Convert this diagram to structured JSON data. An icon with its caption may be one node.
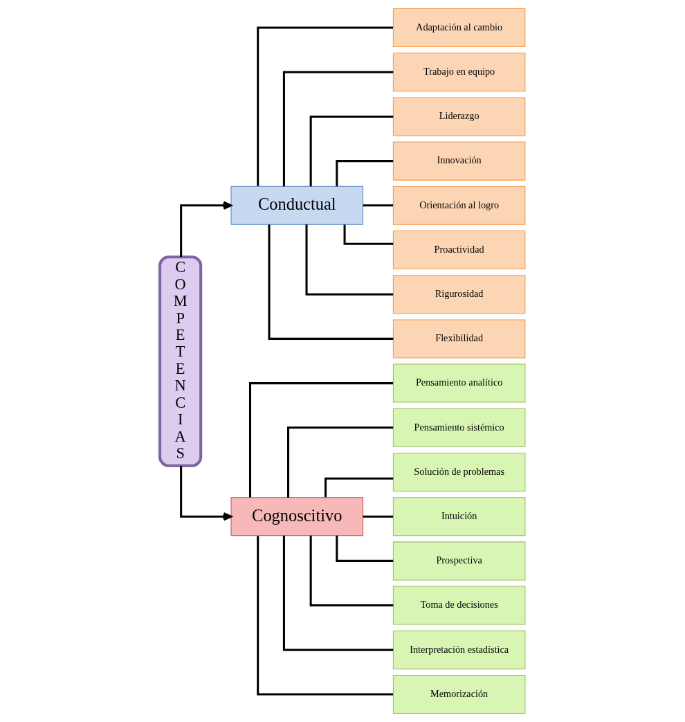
{
  "diagram": {
    "nodes": [
      {
        "text": [
          "COMPETENCIAS"
        ]
      },
      {
        "text": [
          "Conductual"
        ]
      },
      {
        "text": [
          "Adaptación al cambio"
        ]
      },
      {
        "text": [
          "Trabajo en equipo"
        ]
      },
      {
        "text": [
          "Liderazgo"
        ]
      },
      {
        "text": [
          "Innovación"
        ]
      },
      {
        "text": [
          "Orientación al logro"
        ]
      },
      {
        "text": [
          "Proactividad"
        ]
      },
      {
        "text": [
          "Rigurosidad"
        ]
      },
      {
        "text": [
          "Flexibilidad"
        ]
      },
      {
        "text": [
          "Cognoscitivo"
        ]
      },
      {
        "text": [
          "Pensamiento analítico"
        ]
      },
      {
        "text": [
          "Pensamiento sistémico"
        ]
      },
      {
        "text": [
          "Solución de problemas"
        ]
      },
      {
        "text": [
          "Intuición"
        ]
      },
      {
        "text": [
          "Prospectiva"
        ]
      },
      {
        "text": [
          "Toma de decisiones"
        ]
      },
      {
        "text": [
          "Interpretación estadística"
        ]
      },
      {
        "text": [
          "Memorización"
        ]
      }
    ],
    "edges": [
      {
        "from": 0,
        "to": 1,
        "arrow": "to"
      },
      {
        "from": 0,
        "to": 10,
        "arrow": "to"
      },
      {
        "from": 1,
        "to": 2,
        "arrow": "none"
      },
      {
        "from": 1,
        "to": 3,
        "arrow": "none"
      },
      {
        "from": 1,
        "to": 4,
        "arrow": "none"
      },
      {
        "from": 1,
        "to": 5,
        "arrow": "none"
      },
      {
        "from": 1,
        "to": 6,
        "arrow": "none"
      },
      {
        "from": 1,
        "to": 7,
        "arrow": "none"
      },
      {
        "from": 1,
        "to": 8,
        "arrow": "none"
      },
      {
        "from": 1,
        "to": 9,
        "arrow": "none"
      },
      {
        "from": 10,
        "to": 11,
        "arrow": "none"
      },
      {
        "from": 10,
        "to": 12,
        "arrow": "none"
      },
      {
        "from": 10,
        "to": 13,
        "arrow": "none"
      },
      {
        "from": 10,
        "to": 14,
        "arrow": "none"
      },
      {
        "from": 10,
        "to": 15,
        "arrow": "none"
      },
      {
        "from": 10,
        "to": 16,
        "arrow": "none"
      },
      {
        "from": 10,
        "to": 17,
        "arrow": "none"
      },
      {
        "from": 10,
        "to": 18,
        "arrow": "none"
      }
    ]
  }
}
